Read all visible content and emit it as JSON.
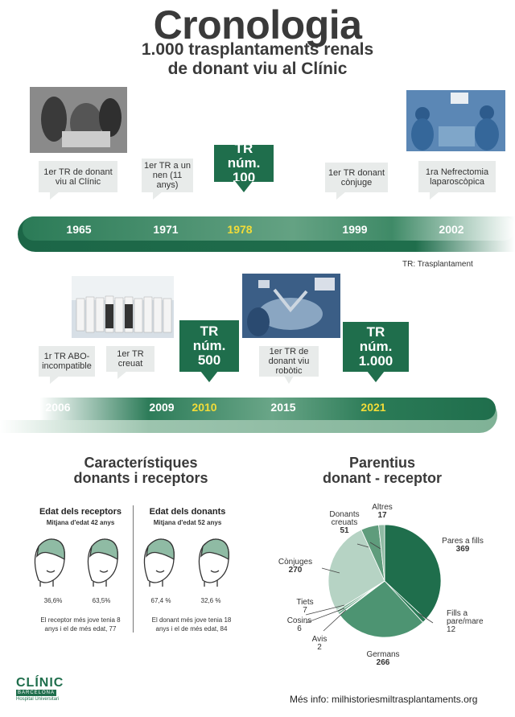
{
  "title": "Cronologia",
  "subtitle_line1": "1.000 trasplantaments renals",
  "subtitle_line2": "de donant viu al Clínic",
  "timeline1": {
    "years": [
      "1965",
      "1971",
      "1978",
      "1999",
      "2002"
    ],
    "callouts": [
      "1er TR de donant viu al Clínic",
      "1er TR a un nen (11 anys)",
      "1er TR donant cònjuge",
      "1ra Nefrectomia laparoscòpica"
    ],
    "milestone": "TR núm. 100"
  },
  "tr_note": "TR: Trasplantament",
  "timeline2": {
    "years": [
      "2006",
      "2009",
      "2010",
      "2015",
      "2021"
    ],
    "callouts": [
      "1r TR ABO-incompatible",
      "1er TR creuat",
      "1er TR de donant viu robòtic"
    ],
    "milestone_500": "TR núm. 500",
    "milestone_1000": "TR núm. 1.000"
  },
  "characteristics": {
    "title_line1": "Característiques",
    "title_line2": "donants i receptors",
    "receptors": {
      "heading": "Edat dels receptors",
      "sub": "Mitjana d'edat 42 anys",
      "pct_a": "36,6%",
      "pct_b": "63,5%",
      "note_line1": "El receptor més jove tenia 8",
      "note_line2": "anys i el de més edat, 77"
    },
    "donants": {
      "heading": "Edat dels donants",
      "sub": "Mitjana d'edat 52 anys",
      "pct_a": "67,4 %",
      "pct_b": "32,6 %",
      "note_line1": "El donant més jove tenia 18",
      "note_line2": "anys i el de més edat, 84"
    }
  },
  "parentius": {
    "title_line1": "Parentius",
    "title_line2": "donant - receptor"
  },
  "chart_data": {
    "type": "pie",
    "slices": [
      {
        "label": "Pares a fills",
        "value": 369,
        "color": "#1f6e4c"
      },
      {
        "label": "Fills a pare/mare",
        "value": 12,
        "color": "#2a7a55"
      },
      {
        "label": "Germans",
        "value": 266,
        "color": "#4d9472"
      },
      {
        "label": "Avis",
        "value": 2,
        "color": "#5e9e7e"
      },
      {
        "label": "Cosins",
        "value": 6,
        "color": "#6aa688"
      },
      {
        "label": "Tiets",
        "value": 7,
        "color": "#78ae92"
      },
      {
        "label": "Cònjuges",
        "value": 270,
        "color": "#b6d3c4"
      },
      {
        "label": "Donants creuats",
        "value": 51,
        "color": "#5f9c7c"
      },
      {
        "label": "Altres",
        "value": 17,
        "color": "#8fbba4"
      }
    ],
    "labels": {
      "pares": [
        "Pares a fills",
        "369"
      ],
      "fills": [
        "Fills a",
        "pare/mare",
        "12"
      ],
      "germans": [
        "Germans",
        "266"
      ],
      "avis": [
        "Avis",
        "2"
      ],
      "cosins": [
        "Cosins",
        "6"
      ],
      "tiets": [
        "Tiets",
        "7"
      ],
      "conjuges": [
        "Cònjuges",
        "270"
      ],
      "creuats": [
        "Donants",
        "creuats",
        "51"
      ],
      "altres": [
        "Altres",
        "17"
      ]
    }
  },
  "logo": {
    "name": "CLÍNIC",
    "line1": "BARCELONA",
    "line2": "Hospital Universitari"
  },
  "footer": "Més info: milhistoriesmiltrasplantaments.org"
}
